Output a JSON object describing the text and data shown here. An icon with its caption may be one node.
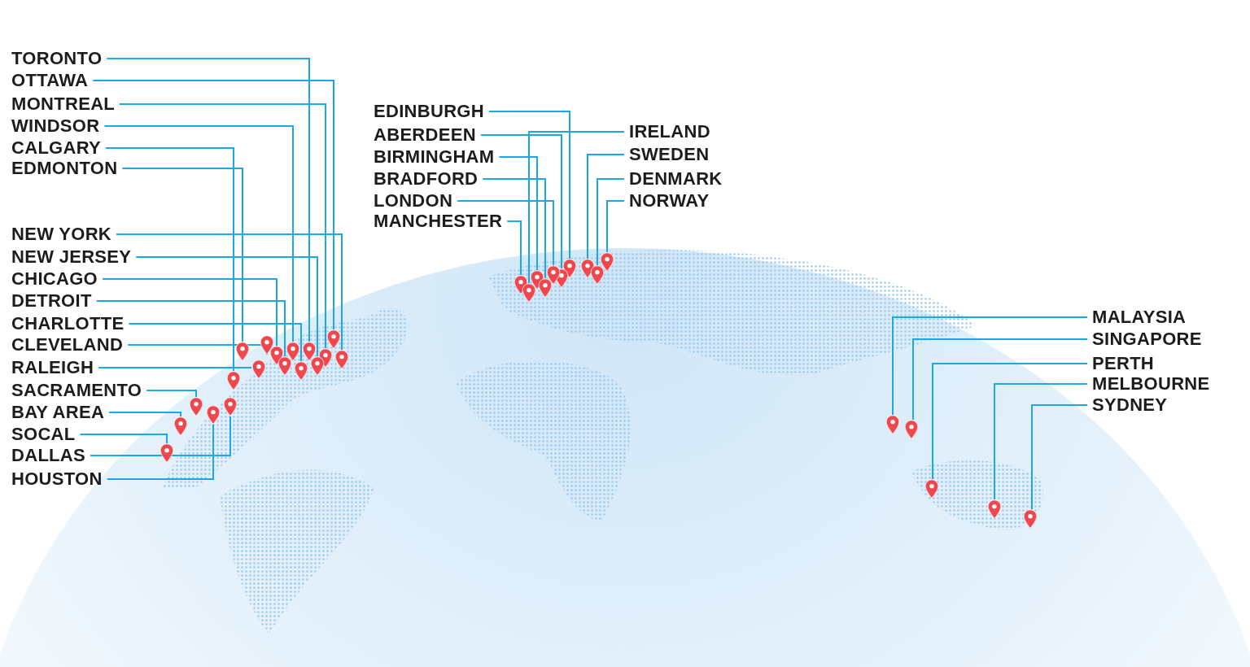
{
  "diagram": {
    "nodes": [
      {
        "text": [
          "TORONTO"
        ]
      },
      {
        "text": [
          "OTTAWA"
        ]
      },
      {
        "text": [
          "MONTREAL"
        ]
      },
      {
        "text": [
          "WINDSOR"
        ]
      },
      {
        "text": [
          "CALGARY"
        ]
      },
      {
        "text": [
          "EDMONTON"
        ]
      },
      {
        "text": [
          "NEW YORK"
        ]
      },
      {
        "text": [
          "NEW JERSEY"
        ]
      },
      {
        "text": [
          "CHICAGO"
        ]
      },
      {
        "text": [
          "DETROIT"
        ]
      },
      {
        "text": [
          "CHARLOTTE"
        ]
      },
      {
        "text": [
          "CLEVELAND"
        ]
      },
      {
        "text": [
          "RALEIGH"
        ]
      },
      {
        "text": [
          "SACRAMENTO"
        ]
      },
      {
        "text": [
          "BAY AREA"
        ]
      },
      {
        "text": [
          "SOCAL"
        ]
      },
      {
        "text": [
          "DALLAS"
        ]
      },
      {
        "text": [
          "HOUSTON"
        ]
      },
      {
        "text": [
          "EDINBURGH"
        ]
      },
      {
        "text": [
          "ABERDEEN"
        ]
      },
      {
        "text": [
          "BIRMINGHAM"
        ]
      },
      {
        "text": [
          "BRADFORD"
        ]
      },
      {
        "text": [
          "LONDON"
        ]
      },
      {
        "text": [
          "MANCHESTER"
        ]
      },
      {
        "text": [
          "IRELAND"
        ]
      },
      {
        "text": [
          "SWEDEN"
        ]
      },
      {
        "text": [
          "DENMARK"
        ]
      },
      {
        "text": [
          "NORWAY"
        ]
      },
      {
        "text": [
          "MALAYSIA"
        ]
      },
      {
        "text": [
          "SINGAPORE"
        ]
      },
      {
        "text": [
          "PERTH"
        ]
      },
      {
        "text": [
          "MELBOURNE"
        ]
      },
      {
        "text": [
          "SYDNEY"
        ]
      },
      {
        "text": [],
        "shape": "pin"
      },
      {
        "text": [],
        "shape": "pin"
      },
      {
        "text": [],
        "shape": "pin"
      },
      {
        "text": [],
        "shape": "pin"
      },
      {
        "text": [],
        "shape": "pin"
      },
      {
        "text": [],
        "shape": "pin"
      },
      {
        "text": [],
        "shape": "pin"
      },
      {
        "text": [],
        "shape": "pin"
      },
      {
        "text": [],
        "shape": "pin"
      },
      {
        "text": [],
        "shape": "pin"
      },
      {
        "text": [],
        "shape": "pin"
      },
      {
        "text": [],
        "shape": "pin"
      },
      {
        "text": [],
        "shape": "pin"
      },
      {
        "text": [],
        "shape": "pin"
      },
      {
        "text": [],
        "shape": "pin"
      },
      {
        "text": [],
        "shape": "pin"
      },
      {
        "text": [],
        "shape": "pin"
      },
      {
        "text": [],
        "shape": "pin"
      },
      {
        "text": [],
        "shape": "pin"
      },
      {
        "text": [],
        "shape": "pin"
      },
      {
        "text": [],
        "shape": "pin"
      },
      {
        "text": [],
        "shape": "pin"
      },
      {
        "text": [],
        "shape": "pin"
      },
      {
        "text": [],
        "shape": "pin"
      },
      {
        "text": [],
        "shape": "pin"
      },
      {
        "text": [],
        "shape": "pin"
      },
      {
        "text": [],
        "shape": "pin"
      },
      {
        "text": [],
        "shape": "pin"
      },
      {
        "text": [],
        "shape": "pin"
      },
      {
        "text": [],
        "shape": "pin"
      },
      {
        "text": [],
        "shape": "pin"
      },
      {
        "text": [],
        "shape": "pin"
      },
      {
        "text": [],
        "shape": "pin"
      }
    ],
    "edges": [
      {
        "from": 0,
        "to": 33,
        "arrow": "none"
      },
      {
        "from": 1,
        "to": 34,
        "arrow": "none"
      },
      {
        "from": 2,
        "to": 35,
        "arrow": "none"
      },
      {
        "from": 3,
        "to": 36,
        "arrow": "none"
      },
      {
        "from": 4,
        "to": 37,
        "arrow": "none"
      },
      {
        "from": 5,
        "to": 38,
        "arrow": "none"
      },
      {
        "from": 6,
        "to": 39,
        "arrow": "none"
      },
      {
        "from": 7,
        "to": 40,
        "arrow": "none"
      },
      {
        "from": 8,
        "to": 41,
        "arrow": "none"
      },
      {
        "from": 9,
        "to": 42,
        "arrow": "none"
      },
      {
        "from": 10,
        "to": 43,
        "arrow": "none"
      },
      {
        "from": 11,
        "to": 44,
        "arrow": "none"
      },
      {
        "from": 12,
        "to": 45,
        "arrow": "none"
      },
      {
        "from": 13,
        "to": 46,
        "arrow": "none"
      },
      {
        "from": 14,
        "to": 47,
        "arrow": "none"
      },
      {
        "from": 15,
        "to": 48,
        "arrow": "none"
      },
      {
        "from": 16,
        "to": 49,
        "arrow": "none"
      },
      {
        "from": 17,
        "to": 50,
        "arrow": "none"
      },
      {
        "from": 18,
        "to": 51,
        "arrow": "none"
      },
      {
        "from": 19,
        "to": 52,
        "arrow": "none"
      },
      {
        "from": 20,
        "to": 53,
        "arrow": "none"
      },
      {
        "from": 21,
        "to": 54,
        "arrow": "none"
      },
      {
        "from": 22,
        "to": 55,
        "arrow": "none"
      },
      {
        "from": 23,
        "to": 56,
        "arrow": "none"
      },
      {
        "from": 24,
        "to": 57,
        "arrow": "none"
      },
      {
        "from": 25,
        "to": 58,
        "arrow": "none"
      },
      {
        "from": 26,
        "to": 59,
        "arrow": "none"
      },
      {
        "from": 27,
        "to": 60,
        "arrow": "none"
      },
      {
        "from": 28,
        "to": 61,
        "arrow": "none"
      },
      {
        "from": 29,
        "to": 62,
        "arrow": "none"
      },
      {
        "from": 30,
        "to": 63,
        "arrow": "none"
      },
      {
        "from": 31,
        "to": 64,
        "arrow": "none"
      },
      {
        "from": 32,
        "to": 65,
        "arrow": "none"
      }
    ]
  }
}
